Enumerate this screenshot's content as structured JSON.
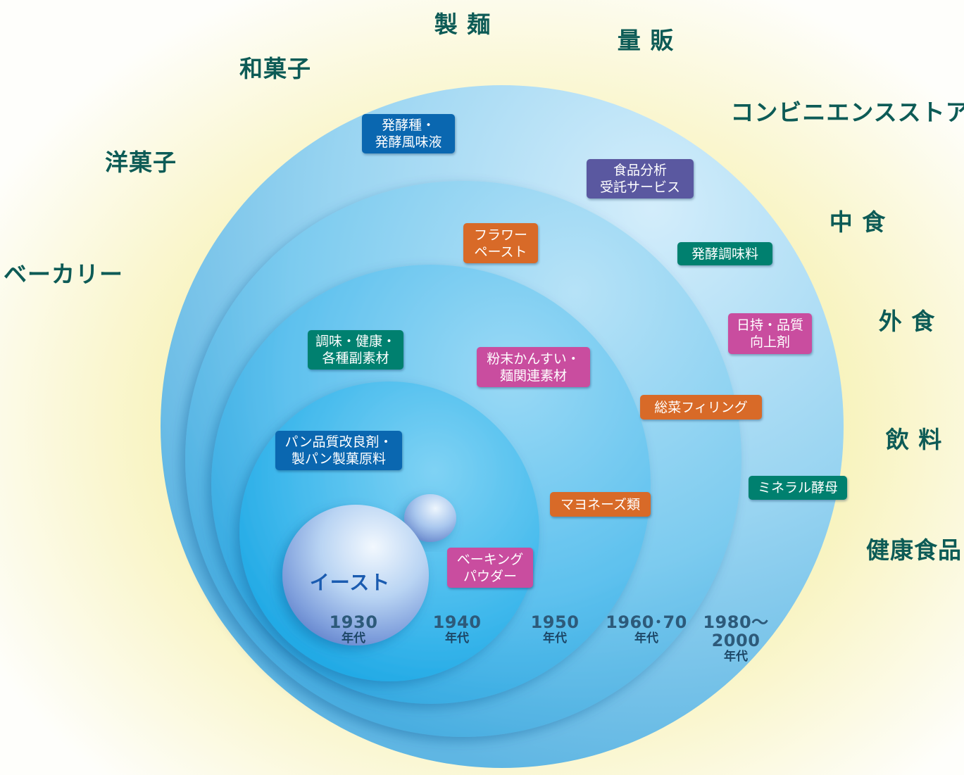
{
  "colors": {
    "teal": "#00806f",
    "blue": "#0a67b0",
    "orange": "#d86a28",
    "magenta": "#c94d9f",
    "purple": "#5a58a0",
    "market_text": "#0d5b56",
    "glow_yellow": "#f7f2b8"
  },
  "center": {
    "label": "イースト"
  },
  "markets": [
    {
      "id": "seimen",
      "label": "製 麺"
    },
    {
      "id": "ryohan",
      "label": "量 販"
    },
    {
      "id": "wagashi",
      "label": "和菓子"
    },
    {
      "id": "conveni",
      "label": "コンビニエンスストア"
    },
    {
      "id": "yogashi",
      "label": "洋菓子"
    },
    {
      "id": "nakashoku",
      "label": "中 食"
    },
    {
      "id": "bakery",
      "label": "ベーカリー"
    },
    {
      "id": "gaishoku",
      "label": "外 食"
    },
    {
      "id": "inryo",
      "label": "飲 料"
    },
    {
      "id": "kenko",
      "label": "健康食品"
    }
  ],
  "products": [
    {
      "id": "hakkoushu",
      "label": "発酵種・\n発酵風味液",
      "color": "blue"
    },
    {
      "id": "bunseki",
      "label": "食品分析\n受託サービス",
      "color": "purple"
    },
    {
      "id": "flour",
      "label": "フラワー\nペースト",
      "color": "orange"
    },
    {
      "id": "chomiryo",
      "label": "発酵調味料",
      "color": "teal"
    },
    {
      "id": "hinmochi",
      "label": "日持・品質\n向上剤",
      "color": "magenta"
    },
    {
      "id": "chomi",
      "label": "調味・健康・\n各種副素材",
      "color": "teal"
    },
    {
      "id": "kansui",
      "label": "粉末かんすい・\n麺関連素材",
      "color": "magenta"
    },
    {
      "id": "sozai",
      "label": "総菜フィリング",
      "color": "orange"
    },
    {
      "id": "kairyozai",
      "label": "パン品質改良剤・\n製パン製菓原料",
      "color": "blue"
    },
    {
      "id": "mineral",
      "label": "ミネラル酵母",
      "color": "teal"
    },
    {
      "id": "mayo",
      "label": "マヨネーズ類",
      "color": "orange"
    },
    {
      "id": "bp",
      "label": "ベーキング\nパウダー",
      "color": "magenta"
    }
  ],
  "eras": [
    {
      "id": "1930",
      "year": "1930",
      "unit": "年代"
    },
    {
      "id": "1940",
      "year": "1940",
      "unit": "年代"
    },
    {
      "id": "1950",
      "year": "1950",
      "unit": "年代"
    },
    {
      "id": "1960",
      "year": "1960･70",
      "unit": "年代"
    },
    {
      "id": "1980",
      "year": "1980～\n2000",
      "unit": "年代"
    }
  ]
}
